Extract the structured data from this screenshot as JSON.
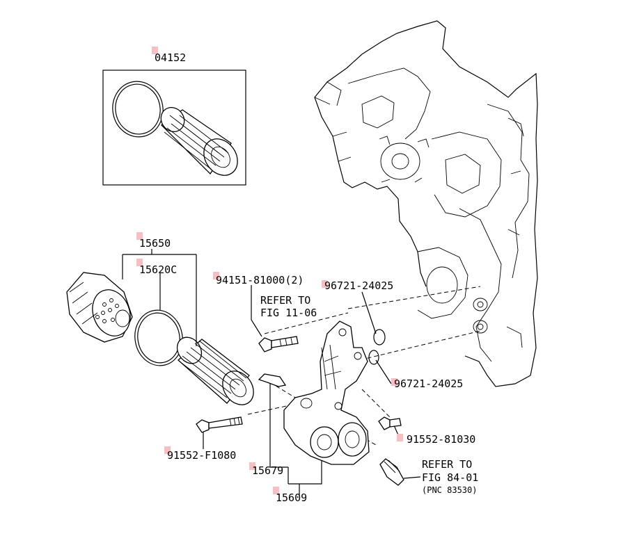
{
  "callouts": {
    "c04152": "04152",
    "c15650": "15650",
    "c15620C": "15620C",
    "c94151": "94151-81000(2)",
    "c96721a": "96721-24025",
    "c96721b": "96721-24025",
    "c91552_81030": "91552-81030",
    "c91552_F1080": "91552-F1080",
    "c15679": "15679",
    "c15609": "15609"
  },
  "refer1": {
    "line1": "REFER TO",
    "line2": "FIG 11-06"
  },
  "refer2": {
    "line1": "REFER TO",
    "line2": "FIG 84-01",
    "line3": "(PNC 83530)"
  },
  "colors": {
    "callout_marker": "#f3c1c5",
    "line": "#000000"
  }
}
